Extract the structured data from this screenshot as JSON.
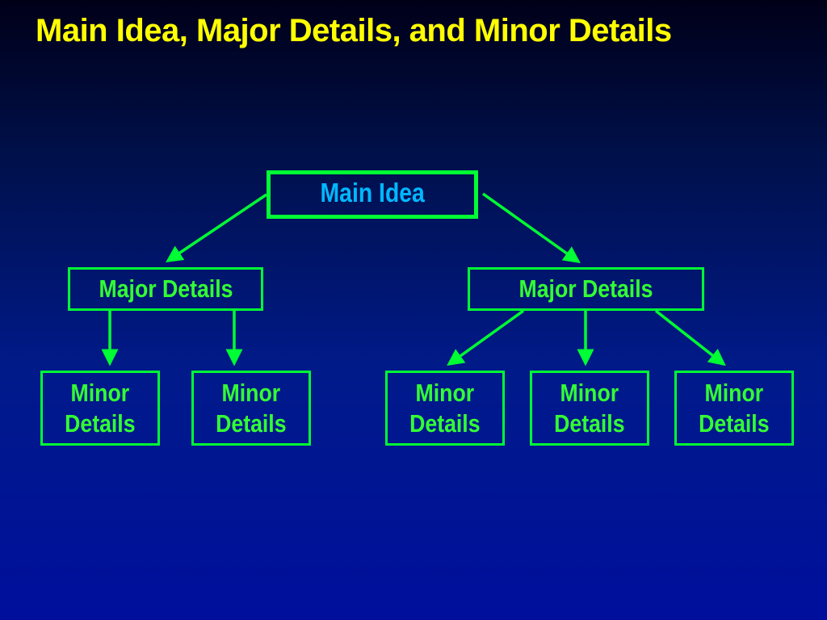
{
  "title": "Main Idea, Major Details, and Minor Details",
  "main_idea": "Main Idea",
  "major_details": [
    "Major Details",
    "Major Details"
  ],
  "minor_details": [
    "Minor\nDetails",
    "Minor\nDetails",
    "Minor\nDetails",
    "Minor\nDetails",
    "Minor\nDetails"
  ],
  "colors": {
    "title": "#ffff00",
    "main_idea_text": "#00b8ff",
    "box_border": "#00ff33",
    "detail_text": "#33ff33",
    "arrow": "#00ff33",
    "background_top": "#000018",
    "background_bottom": "#000f9c"
  }
}
